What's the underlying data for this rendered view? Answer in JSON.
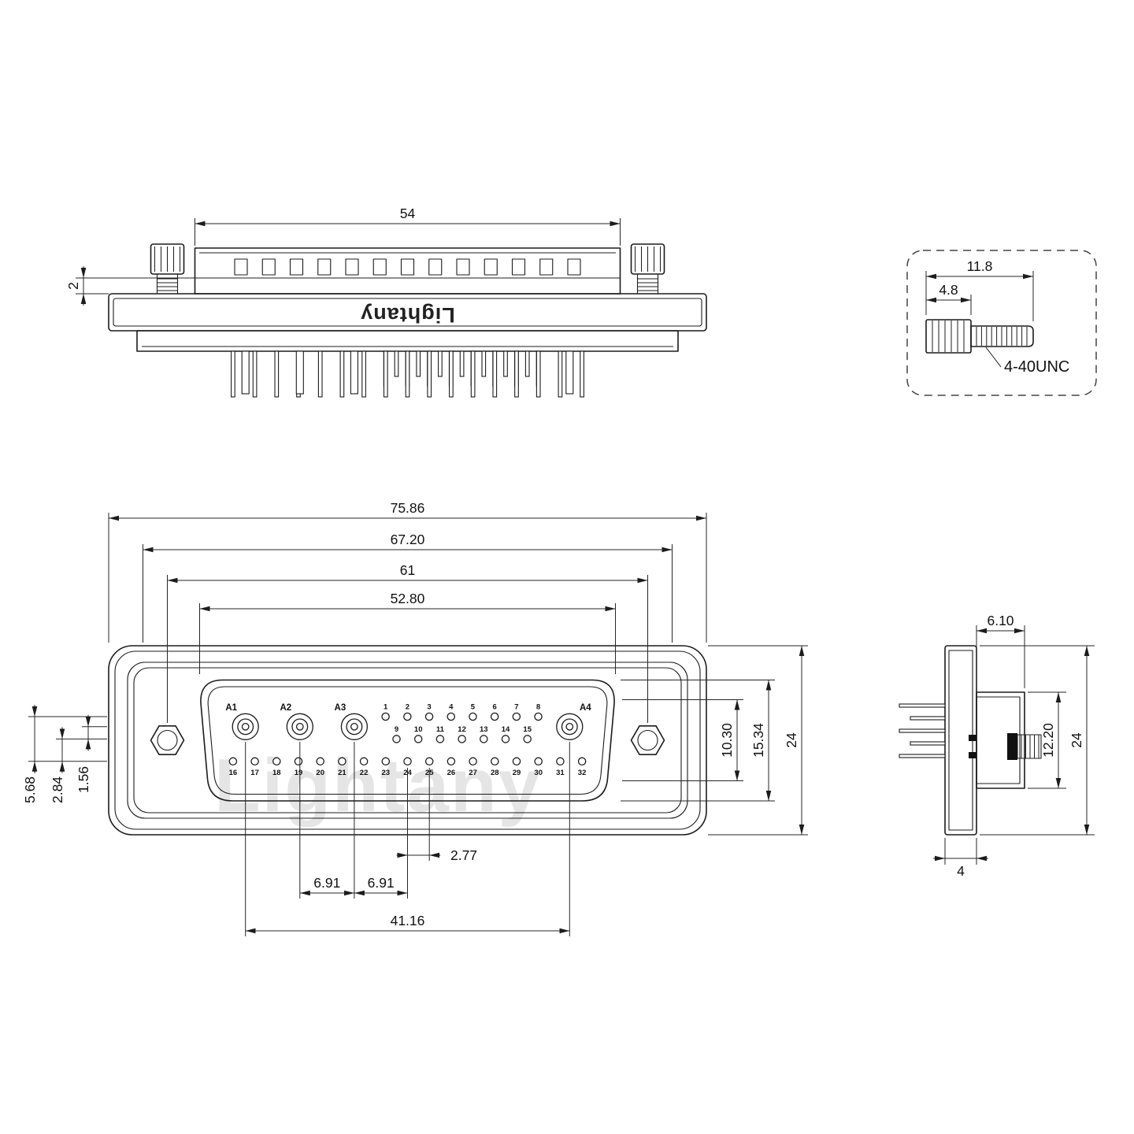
{
  "brand": {
    "logo_text": "Lightany",
    "watermark_text": "Lightany"
  },
  "top_view": {
    "dim_shell_width": "54",
    "dim_gasket_thickness": "2"
  },
  "screw_detail": {
    "dim_total_length": "11.8",
    "dim_head_length": "4.8",
    "thread_spec": "4-40UNC"
  },
  "front_view": {
    "dim_overall_width": "75.86",
    "dim_flange_width": "67.20",
    "dim_screw_spacing": "61",
    "dim_shell_width": "52.80",
    "dim_row_span": "5.68",
    "dim_row_pitch": "2.84",
    "dim_row_offset": "1.56",
    "dim_inner_height": "10.30",
    "dim_shell_height": "15.34",
    "dim_flange_height": "24",
    "dim_pin_pitch": "2.77",
    "dim_coax_pitch_a": "6.91",
    "dim_coax_pitch_b": "6.91",
    "dim_coax_span": "41.16",
    "coax_labels": [
      "A1",
      "A2",
      "A3",
      "A4"
    ],
    "pin_rows": {
      "row1": [
        "1",
        "2",
        "3",
        "4",
        "5",
        "6",
        "7",
        "8"
      ],
      "row2": [
        "9",
        "10",
        "11",
        "12",
        "13",
        "14",
        "15"
      ],
      "row3": [
        "16",
        "17",
        "18",
        "19",
        "20",
        "21",
        "22",
        "23",
        "24",
        "25",
        "26",
        "27",
        "28",
        "29",
        "30",
        "31",
        "32"
      ]
    }
  },
  "side_view": {
    "dim_shell_depth": "6.10",
    "dim_shell_height": "12.20",
    "dim_flange_height": "24",
    "dim_flange_thickness": "4"
  }
}
